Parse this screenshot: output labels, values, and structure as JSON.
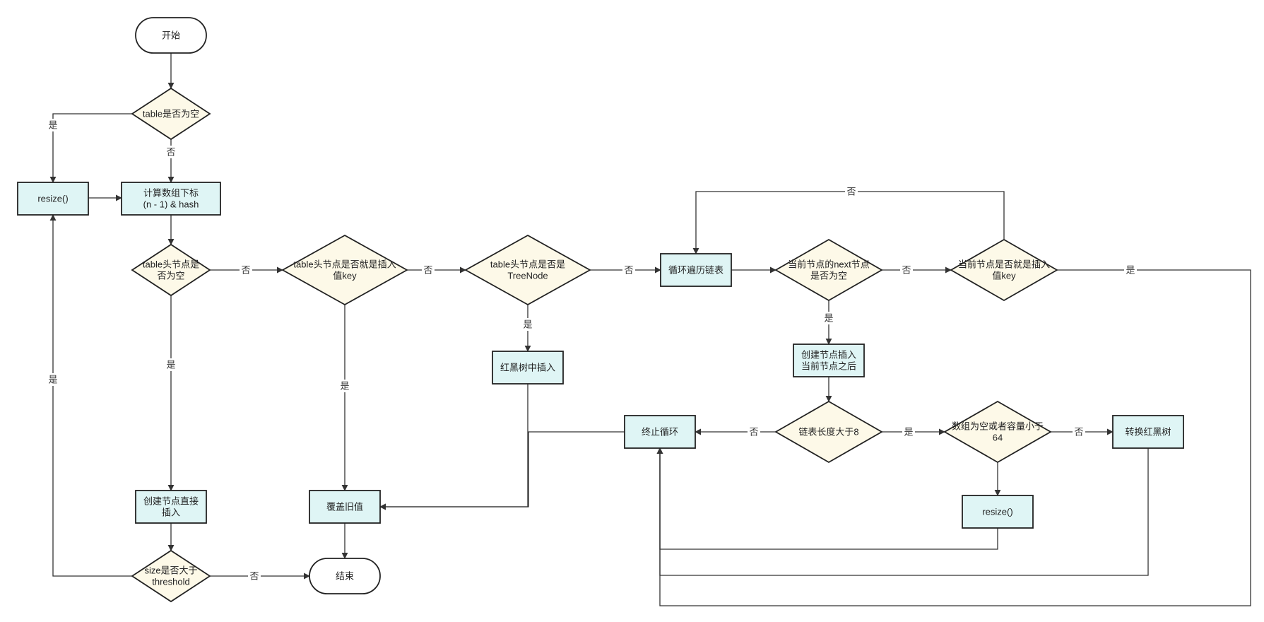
{
  "diagram": {
    "colors": {
      "process_fill": "#dff5f5",
      "decision_fill": "#fdf9e8",
      "terminal_fill": "#ffffff",
      "stroke": "#222222",
      "edge": "#333333"
    },
    "nodes": {
      "start": {
        "lines": [
          "开始"
        ]
      },
      "table_empty": {
        "lines": [
          "table是否为空"
        ]
      },
      "resize_left": {
        "lines": [
          "resize()"
        ]
      },
      "calc_index": {
        "lines": [
          "计算数组下标",
          "(n - 1) & hash"
        ]
      },
      "head_empty": {
        "lines": [
          "table头节点是",
          "否为空"
        ]
      },
      "head_is_key": {
        "lines": [
          "table头节点是否就是插入",
          "值key"
        ]
      },
      "head_treenode": {
        "lines": [
          "table头节点是否是",
          "TreeNode"
        ]
      },
      "loop_list": {
        "lines": [
          "循环遍历链表"
        ]
      },
      "next_empty": {
        "lines": [
          "当前节点的next节点",
          "是否为空"
        ]
      },
      "cur_is_key": {
        "lines": [
          "当前节点是否就是插入",
          "值key"
        ]
      },
      "rb_insert": {
        "lines": [
          "红黑树中插入"
        ]
      },
      "create_after": {
        "lines": [
          "创建节点插入",
          "当前节点之后"
        ]
      },
      "len_gt8": {
        "lines": [
          "链表长度大于8"
        ]
      },
      "arr_small": {
        "lines": [
          "数组为空或者容量小于",
          "64"
        ]
      },
      "to_rbtree": {
        "lines": [
          "转换红黑树"
        ]
      },
      "stop_loop": {
        "lines": [
          "终止循环"
        ]
      },
      "resize_right": {
        "lines": [
          "resize()"
        ]
      },
      "create_direct": {
        "lines": [
          "创建节点直接",
          "插入"
        ]
      },
      "overwrite": {
        "lines": [
          "覆盖旧值"
        ]
      },
      "size_gt": {
        "lines": [
          "size是否大于",
          "threshold"
        ]
      },
      "end": {
        "lines": [
          "结束"
        ]
      }
    },
    "edge_labels": {
      "table_empty_yes": "是",
      "table_empty_no": "否",
      "head_empty_no": "否",
      "head_empty_yes": "是",
      "head_is_key_no": "否",
      "head_is_key_yes": "是",
      "head_treenode_no": "否",
      "head_treenode_yes": "是",
      "next_empty_no": "否",
      "next_empty_yes": "是",
      "cur_is_key_no": "否",
      "cur_is_key_yes": "是",
      "len_gt8_yes": "是",
      "len_gt8_no": "否",
      "arr_small_no": "否",
      "size_gt_yes": "是",
      "size_gt_no": "否"
    }
  }
}
